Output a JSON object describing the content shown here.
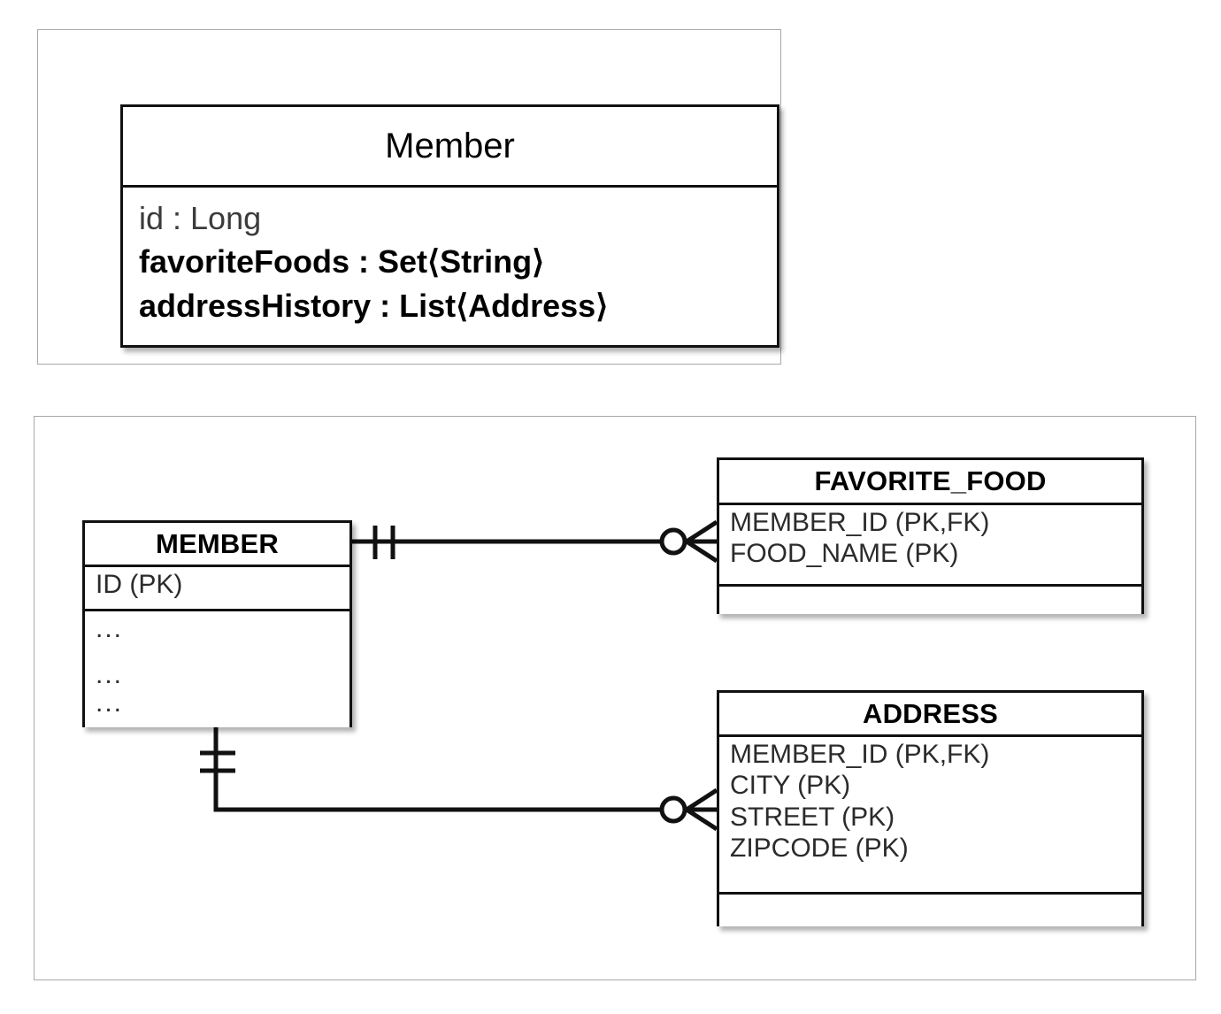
{
  "uml_panel": {
    "class_box": {
      "title": "Member",
      "attributes": [
        {
          "text": "id : Long",
          "emphasis": "weak"
        },
        {
          "text": "favoriteFoods : Set⟨String⟩",
          "emphasis": "strong"
        },
        {
          "text": "addressHistory : List⟨Address⟩",
          "emphasis": "strong"
        }
      ]
    }
  },
  "erd_panel": {
    "tables": [
      {
        "id": "member",
        "name": "MEMBER",
        "key_columns": [
          "ID (PK)"
        ],
        "other_columns": [
          "...",
          "...",
          "..."
        ]
      },
      {
        "id": "favorite_food",
        "name": "FAVORITE_FOOD",
        "key_columns": [
          "MEMBER_ID (PK,FK)",
          "FOOD_NAME (PK)"
        ],
        "other_columns": []
      },
      {
        "id": "address",
        "name": "ADDRESS",
        "key_columns": [
          "MEMBER_ID (PK,FK)",
          "CITY (PK)",
          "STREET (PK)",
          "ZIPCODE (PK)"
        ],
        "other_columns": []
      }
    ],
    "relationships": [
      {
        "id": "member-favorite-food",
        "from": "MEMBER",
        "to": "FAVORITE_FOOD",
        "from_cardinality": "exactly-one",
        "to_cardinality": "zero-or-many"
      },
      {
        "id": "member-address",
        "from": "MEMBER",
        "to": "ADDRESS",
        "from_cardinality": "exactly-one",
        "to_cardinality": "zero-or-many"
      }
    ]
  },
  "colors": {
    "line": "#111111",
    "panel_border": "#a8a8a8",
    "background": "#ffffff",
    "muted_text": "#2b2b2b"
  }
}
